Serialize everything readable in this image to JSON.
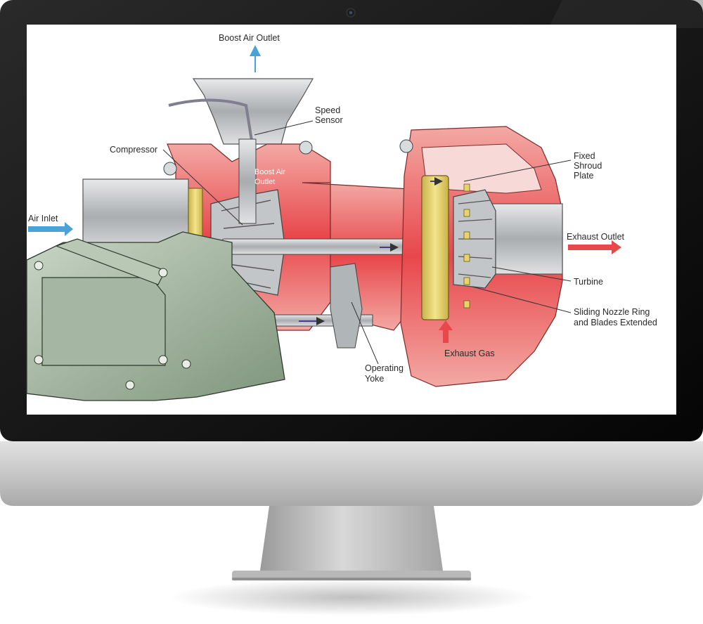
{
  "diagram": {
    "labels": {
      "boost_air_outlet_top": "Boost Air Outlet",
      "speed_sensor": [
        "Speed",
        "Sensor"
      ],
      "compressor": "Compressor",
      "boost_air_outlet_inner": [
        "Boost Air",
        "Outlet"
      ],
      "air_inlet": "Air Inlet",
      "fixed_shroud_plate": [
        "Fixed",
        "Shroud",
        "Plate"
      ],
      "exhaust_outlet": "Exhaust Outlet",
      "turbine": "Turbine",
      "sliding_nozzle_ring": [
        "Sliding Nozzle Ring",
        "and Blades Extended"
      ],
      "exhaust_gas": "Exhaust Gas",
      "operating_yoke": [
        "Operating",
        "Yoke"
      ]
    },
    "colors": {
      "hot_red": "#e8474b",
      "cold_blue": "#4aa3d8",
      "housing_gray": "#b9bdc0",
      "gear_green": "#8fa38c",
      "ring_gold": "#e8d46a"
    }
  },
  "monitor": {
    "bezel_color": "#0d0d0d",
    "chin_color": "#c9c9c9",
    "camera_icon": "webcam-icon"
  }
}
